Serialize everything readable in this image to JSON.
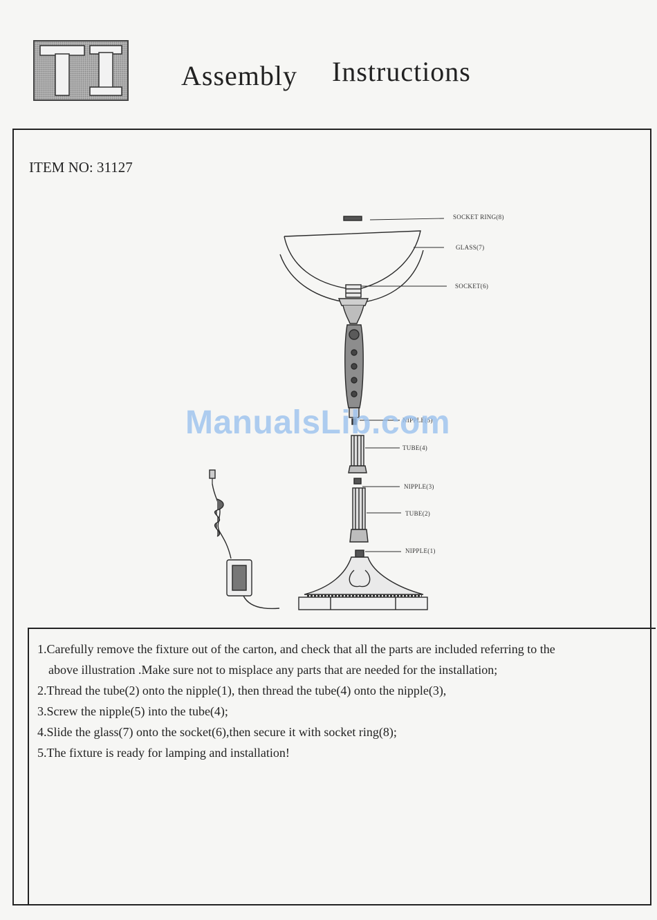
{
  "header": {
    "logo_text": "TI",
    "title_word1": "Assembly",
    "title_word2": "Instructions"
  },
  "item": {
    "label": "ITEM NO: 31127"
  },
  "parts": [
    {
      "id": "socket-ring",
      "label": "SOCKET RING(8)"
    },
    {
      "id": "glass",
      "label": "GLASS(7)"
    },
    {
      "id": "socket",
      "label": "SOCKET(6)"
    },
    {
      "id": "nipple-5",
      "label": "NIPPLE(5)"
    },
    {
      "id": "tube-4",
      "label": "TUBE(4)"
    },
    {
      "id": "nipple-3",
      "label": "NIPPLE(3)"
    },
    {
      "id": "tube-2",
      "label": "TUBE(2)"
    },
    {
      "id": "nipple-1",
      "label": "NIPPLE(1)"
    }
  ],
  "watermark": "ManualsLib.com",
  "steps": [
    "1.Carefully remove the fixture out of the carton, and check that all the parts are included referring to the",
    "above illustration .Make sure not to misplace any parts that are needed for the installation;",
    "2.Thread the tube(2) onto the nipple(1), then thread the tube(4) onto the nipple(3),",
    "3.Screw the nipple(5) into the tube(4);",
    "4.Slide the glass(7) onto the socket(6),then secure it with socket ring(8);",
    "5.The fixture is ready for lamping and installation!"
  ]
}
